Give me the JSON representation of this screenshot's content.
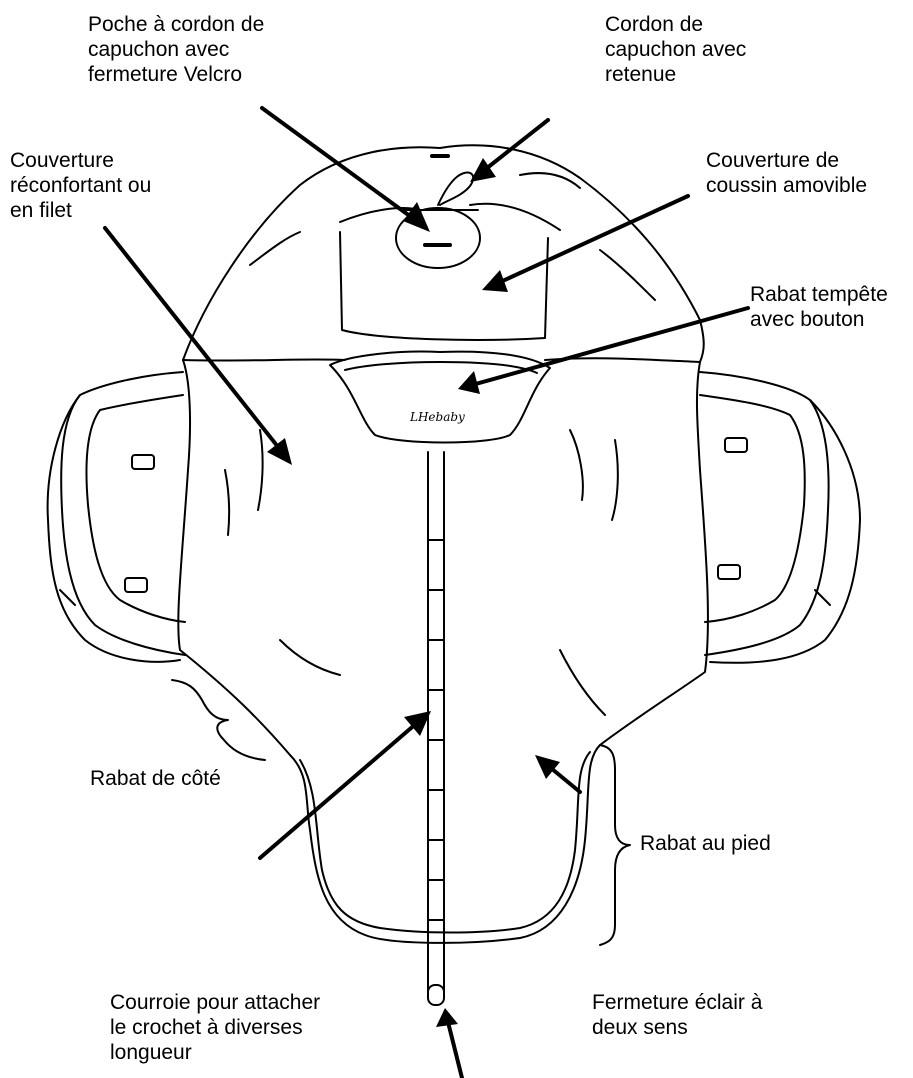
{
  "labels": {
    "hood_pocket": "Poche à cordon de\ncapuchon avec\nfermeture Velcro",
    "hood_cord": "Cordon de\ncapuchon avec\nretenue",
    "comfort_cover": "Couverture\nréconfortant ou\nen filet",
    "cushion_cover": "Couverture de\ncoussin amovible",
    "storm_flap": "Rabat tempête\navec bouton",
    "side_flap": "Rabat de côté",
    "foot_flap": "Rabat au pied",
    "strap": "Courroie pour attacher\nle crochet à diverses\nlongueur",
    "zipper": "Fermeture éclair à\ndeux sens"
  },
  "logo_text": "LHebaby"
}
